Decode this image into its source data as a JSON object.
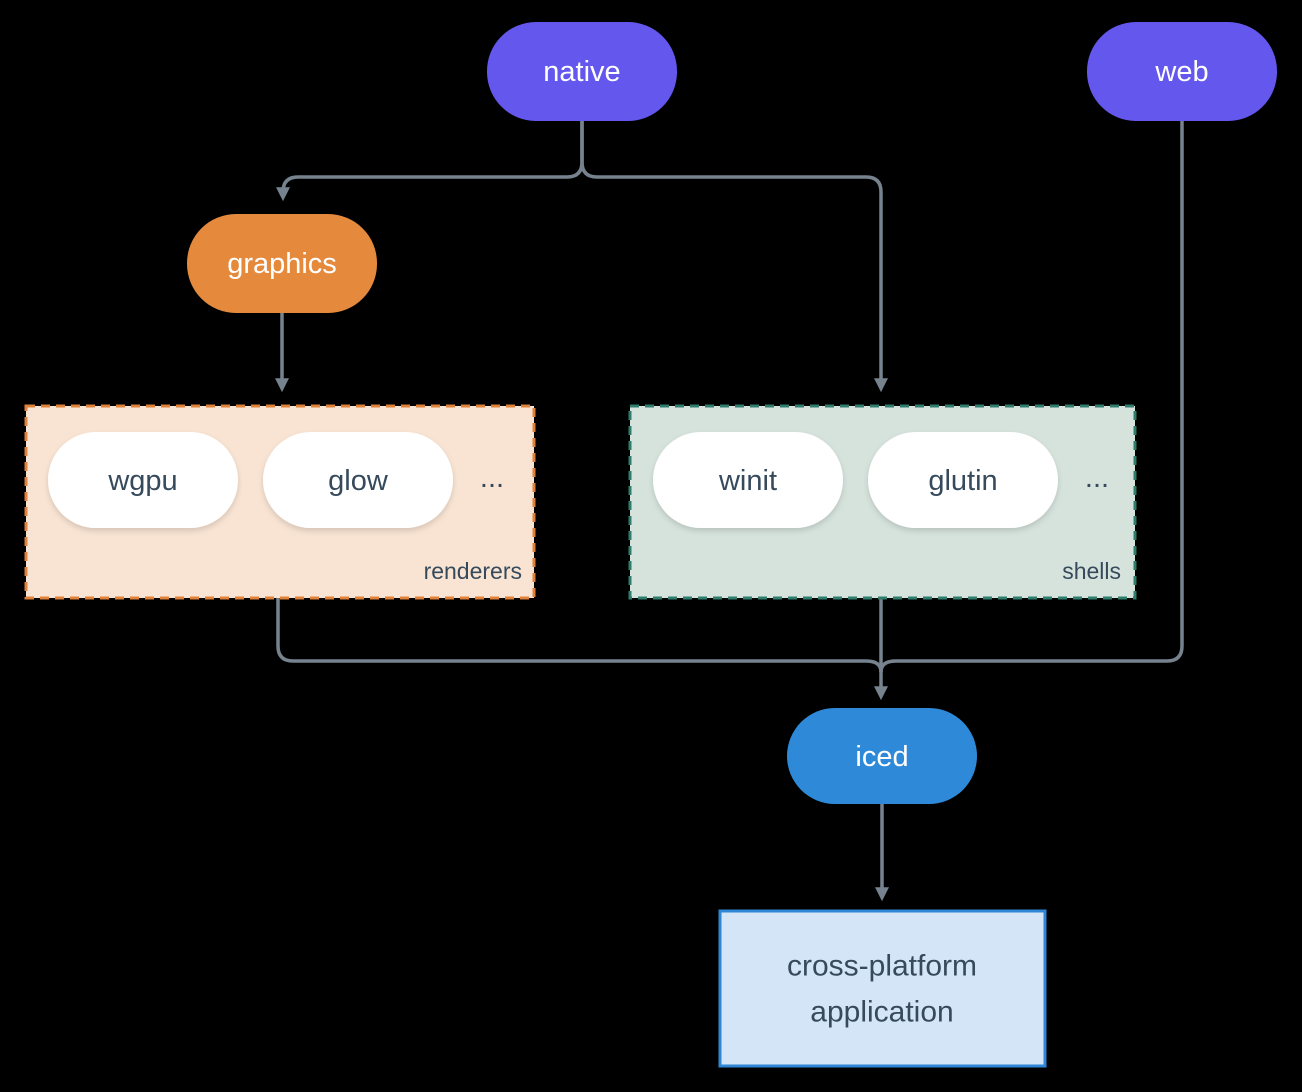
{
  "diagram": {
    "description": "iced crate architecture diagram",
    "nodes": {
      "native": {
        "label": "native"
      },
      "web": {
        "label": "web"
      },
      "graphics": {
        "label": "graphics"
      },
      "wgpu": {
        "label": "wgpu"
      },
      "glow": {
        "label": "glow"
      },
      "winit": {
        "label": "winit"
      },
      "glutin": {
        "label": "glutin"
      },
      "iced": {
        "label": "iced"
      },
      "app": {
        "label_line1": "cross-platform",
        "label_line2": "application"
      }
    },
    "groups": {
      "renderers": {
        "label": "renderers",
        "ellipsis": "..."
      },
      "shells": {
        "label": "shells",
        "ellipsis": "..."
      }
    }
  },
  "colors": {
    "background": "#000000",
    "line": "#76838f",
    "native_fill": "#6457ee",
    "web_fill": "#6457ee",
    "graphics_fill": "#e58a3d",
    "iced_fill": "#2e8ad8",
    "white_pill_fill": "#ffffff",
    "renderers_box_fill": "#f9e4d3",
    "renderers_box_border": "#e0823b",
    "shells_box_fill": "#d6e3dd",
    "shells_box_border": "#2f7d6c",
    "app_box_fill": "#d4e5f7",
    "app_box_border": "#2f86d6",
    "pill_text": "#ffffff",
    "dark_text": "#364a5c"
  }
}
